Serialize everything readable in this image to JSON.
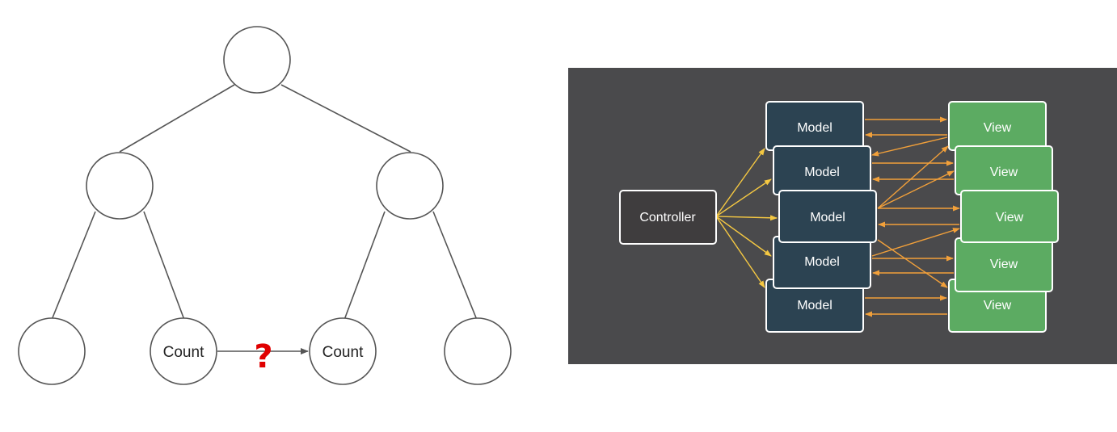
{
  "tree": {
    "count_label": "Count",
    "question_mark": "?",
    "colors": {
      "node_stroke": "#555555",
      "question_mark": "#e00000",
      "arrow": "#555555"
    }
  },
  "mvc": {
    "controller_label": "Controller",
    "model_label": "Model",
    "view_label": "View",
    "colors": {
      "panel_background": "#4a4a4c",
      "controller_fill": "#3f3d3e",
      "model_fill": "#2c4352",
      "view_fill": "#5cab62",
      "box_border": "#ffffff",
      "controller_arrows": "#f5c842",
      "model_view_arrows": "#f2a03a"
    }
  }
}
